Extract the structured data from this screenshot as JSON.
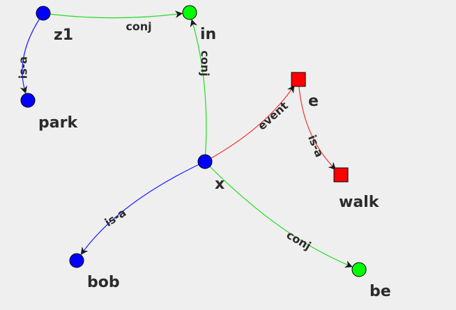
{
  "colors": {
    "background": "#efefef",
    "text": "#2b2b2b",
    "blue": "#0000ff",
    "green": "#00ff00",
    "red": "#ff0000",
    "blue_edge": "#1a1aff",
    "green_edge": "#22dd22",
    "red_edge": "#ee3333"
  },
  "nodes": [
    {
      "id": "z1",
      "label": "z1",
      "shape": "circle",
      "color": "blue"
    },
    {
      "id": "in",
      "label": "in",
      "shape": "circle",
      "color": "green"
    },
    {
      "id": "park",
      "label": "park",
      "shape": "circle",
      "color": "blue"
    },
    {
      "id": "e",
      "label": "e",
      "shape": "square",
      "color": "red"
    },
    {
      "id": "walk",
      "label": "walk",
      "shape": "square",
      "color": "red"
    },
    {
      "id": "x",
      "label": "x",
      "shape": "circle",
      "color": "blue"
    },
    {
      "id": "bob",
      "label": "bob",
      "shape": "circle",
      "color": "blue"
    },
    {
      "id": "be",
      "label": "be",
      "shape": "circle",
      "color": "green"
    }
  ],
  "edges": [
    {
      "id": "z1-in",
      "from": "z1",
      "to": "in",
      "label": "conj",
      "color": "green_edge"
    },
    {
      "id": "z1-park",
      "from": "z1",
      "to": "park",
      "label": "is-a",
      "color": "blue_edge"
    },
    {
      "id": "x-in",
      "from": "x",
      "to": "in",
      "label": "conj",
      "color": "green_edge"
    },
    {
      "id": "x-e",
      "from": "x",
      "to": "e",
      "label": "event",
      "color": "red_edge"
    },
    {
      "id": "e-walk",
      "from": "e",
      "to": "walk",
      "label": "is-a",
      "color": "red_edge"
    },
    {
      "id": "x-bob",
      "from": "x",
      "to": "bob",
      "label": "is-a",
      "color": "blue_edge"
    },
    {
      "id": "x-be",
      "from": "x",
      "to": "be",
      "label": "conj",
      "color": "green_edge"
    }
  ]
}
